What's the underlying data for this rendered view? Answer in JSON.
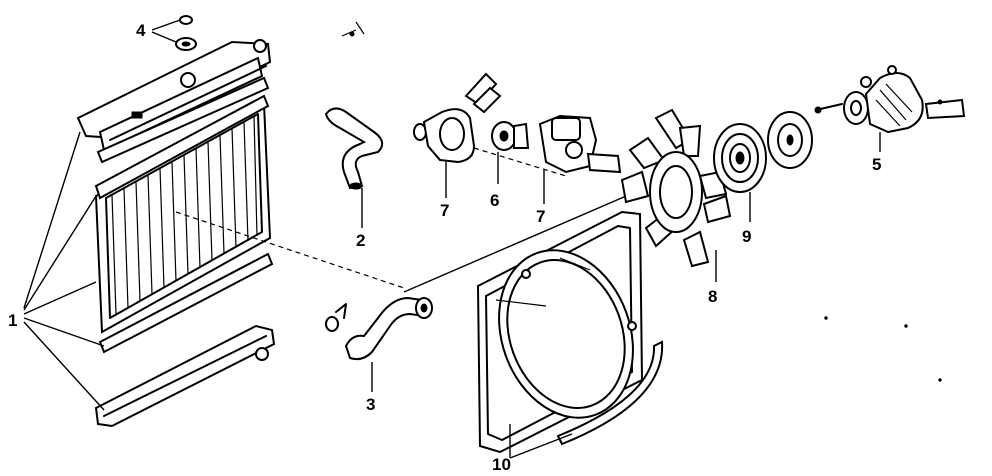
{
  "callouts": {
    "radiator": "1",
    "lower_hose": "3",
    "upper_hose": "2",
    "cap": "4",
    "water_pump": "5",
    "thermostat": "6",
    "housing_left": "7",
    "housing_right": "7",
    "fan": "8",
    "clutch": "9",
    "shroud": "10"
  }
}
